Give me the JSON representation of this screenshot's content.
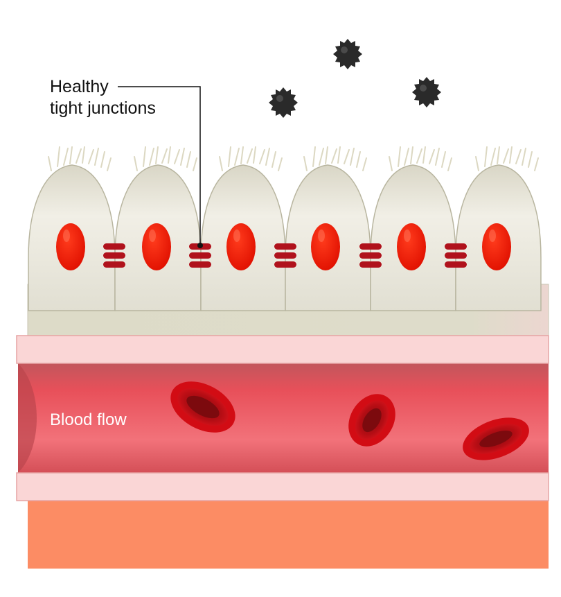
{
  "labels": {
    "junction_line1": "Healthy",
    "junction_line2": "tight junctions",
    "blood_flow": "Blood flow"
  },
  "colors": {
    "cell_body": "#e8e6da",
    "cell_outline": "#b8b59f",
    "nucleus": "#ff1a00",
    "tight_junction": "#b0121c",
    "pathogen": "#2a2a2a",
    "vessel_wall": "#fad6d6",
    "blood_lumen": "#e9505a",
    "red_blood_cell": "#cc0a12",
    "tissue": "#fc8c64",
    "epithelial_base": "#dedcc9"
  },
  "icons": {
    "pathogen": "spiky-particle-icon",
    "red_blood_cell": "red-blood-cell-icon"
  }
}
